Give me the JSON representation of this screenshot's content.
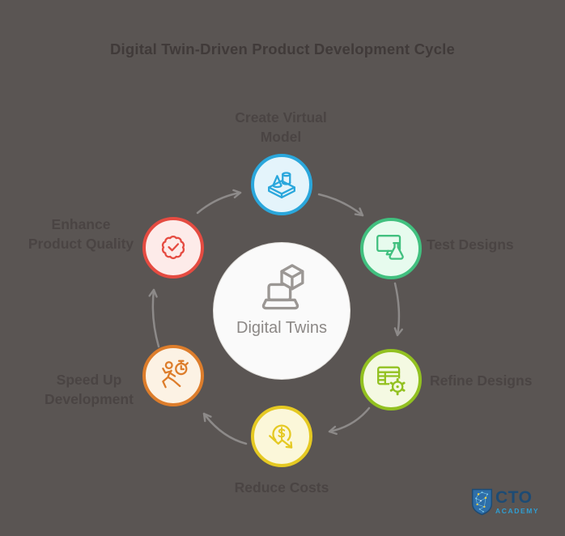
{
  "background_color": "#5a5553",
  "title": "Digital Twin-Driven Product Development Cycle",
  "center": {
    "label": "Digital Twins",
    "icon": "laptop-cube-icon",
    "fill": "#fafafa",
    "text_color": "#8c8886"
  },
  "nodes": [
    {
      "id": "create-virtual-model",
      "lines": [
        "Create Virtual",
        "Model"
      ],
      "icon": "3d-model-icon",
      "accent": "#2aa7dc",
      "fill": "#e4f4fb",
      "position": "top"
    },
    {
      "id": "test-designs",
      "lines": [
        "Test Designs"
      ],
      "icon": "monitor-flask-icon",
      "accent": "#41c07f",
      "fill": "#e7fbee",
      "position": "upper-right"
    },
    {
      "id": "refine-designs",
      "lines": [
        "Refine Designs"
      ],
      "icon": "table-gear-icon",
      "accent": "#92c120",
      "fill": "#f4f9e2",
      "position": "lower-right"
    },
    {
      "id": "reduce-costs",
      "lines": [
        "Reduce Costs"
      ],
      "icon": "dollar-decline-icon",
      "accent": "#e5c922",
      "fill": "#fbf7d9",
      "position": "bottom"
    },
    {
      "id": "speed-up-development",
      "lines": [
        "Speed Up",
        "Development"
      ],
      "icon": "runner-stopwatch-icon",
      "accent": "#dd7d2b",
      "fill": "#fcf2e4",
      "position": "lower-left"
    },
    {
      "id": "enhance-product-quality",
      "lines": [
        "Enhance",
        "Product Quality"
      ],
      "icon": "badge-check-icon",
      "accent": "#e54b41",
      "fill": "#fdebe9",
      "position": "upper-left"
    }
  ],
  "flow": {
    "direction": "clockwise",
    "arrow_color": "#8d8a89"
  },
  "logo": {
    "name": "CTO Academy",
    "primary": "CTO",
    "secondary": "ACADEMY",
    "primary_color": "#1d4b74",
    "secondary_color": "#2f9ed3",
    "shield_color": "#2e6ea8"
  }
}
